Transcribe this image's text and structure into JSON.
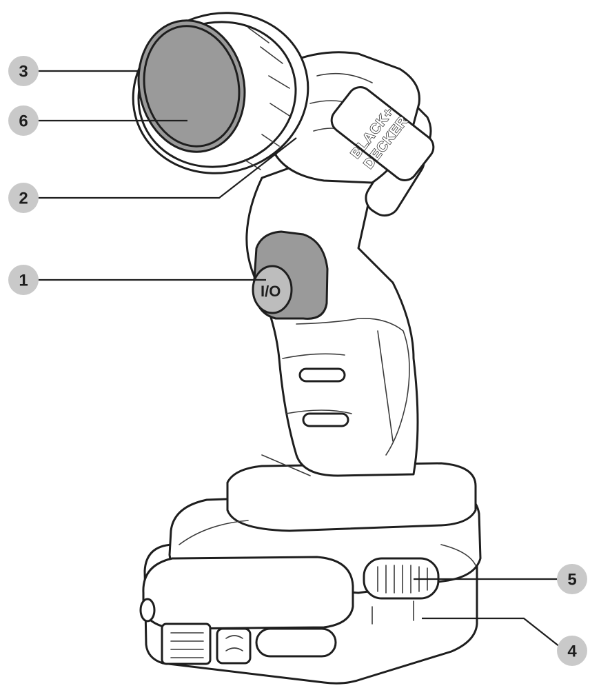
{
  "diagram": {
    "brand_logo": {
      "line1": "BLACK+",
      "line2": "DECKER"
    },
    "switch_label": "I/O",
    "callouts": [
      {
        "id": "c1",
        "number": "1"
      },
      {
        "id": "c2",
        "number": "2"
      },
      {
        "id": "c3",
        "number": "3"
      },
      {
        "id": "c4",
        "number": "4"
      },
      {
        "id": "c5",
        "number": "5"
      },
      {
        "id": "c6",
        "number": "6"
      }
    ],
    "colors": {
      "outline": "#1e1e1e",
      "callout_fill": "#c9c9c9",
      "part_grey": "#9a9a9a"
    }
  }
}
